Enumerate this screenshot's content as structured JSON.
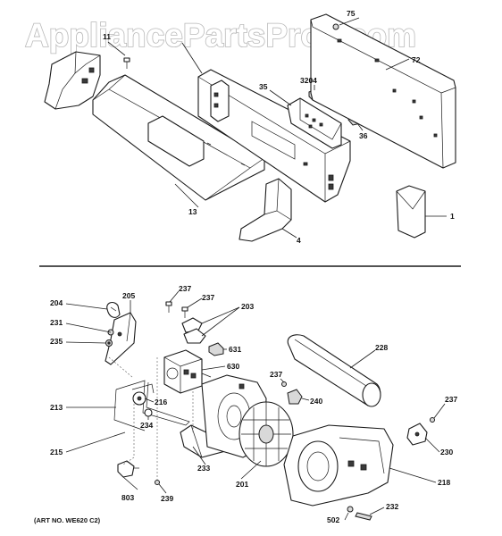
{
  "watermark": "AppliancePartsPros.com",
  "art_number": "(ART NO. WE620 C2)",
  "callouts": {
    "c1": "1",
    "c4": "4",
    "c11": "11",
    "c13": "13",
    "c35": "35",
    "c36": "36",
    "c72": "72",
    "c75": "75",
    "c3204": "3204",
    "c201": "201",
    "c203": "203",
    "c204": "204",
    "c205": "205",
    "c213": "213",
    "c215": "215",
    "c216": "216",
    "c218": "218",
    "c228": "228",
    "c230": "230",
    "c231": "231",
    "c232": "232",
    "c233": "233",
    "c234": "234",
    "c235": "235",
    "c237a": "237",
    "c237b": "237",
    "c237c": "237",
    "c237d": "237",
    "c239": "239",
    "c240": "240",
    "c502": "502",
    "c630": "630",
    "c631": "631",
    "c803": "803"
  }
}
